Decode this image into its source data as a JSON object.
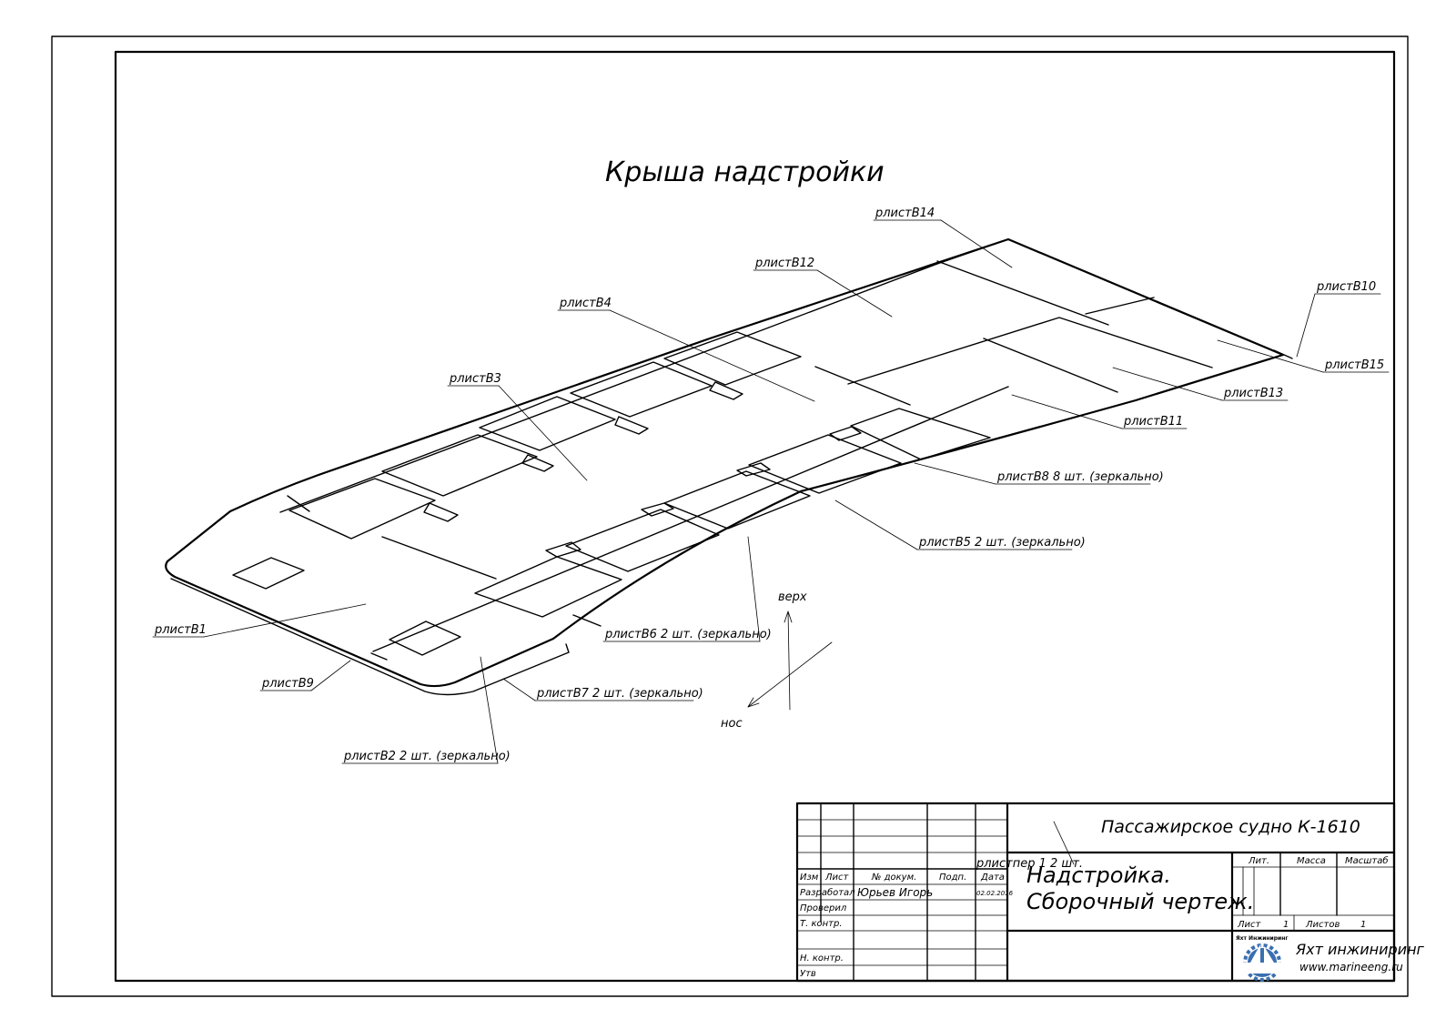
{
  "drawing_title": "Крыша надстройки",
  "callouts": {
    "l1": "рлистВ1",
    "l2": "рлистВ2 2 шт. (зеркально)",
    "l3": "рлистВ3",
    "l4": "рлистВ4",
    "l5": "рлистВ5 2 шт. (зеркально)",
    "l6": "рлистВ6 2 шт. (зеркально)",
    "l7": "рлистВ7 2 шт. (зеркально)",
    "l8": "рлистВ8 8 шт. (зеркально)",
    "l9": "рлистВ9",
    "l10": "рлистВ10",
    "l11": "рлистВ11",
    "l12": "рлистВ12",
    "l13": "рлистВ13",
    "l14": "рлистВ14",
    "l15": "рлистВ15",
    "overlap": "рлистпер 1 2 шт."
  },
  "axes": {
    "up": "верх",
    "bow": "нос"
  },
  "title_block": {
    "project": "Пассажирское судно К-1610",
    "doc_title_1": "Надстройка.",
    "doc_title_2": "Сборочный чертеж.",
    "col_izm": "Изм",
    "col_list": "Лист",
    "col_doc": "№ докум.",
    "col_sign": "Подп.",
    "col_date": "Дата",
    "row_dev": "Разработал",
    "row_check": "Проверил",
    "row_tcontr": "Т. контр.",
    "row_ncontr": "Н. контр.",
    "row_approve": "Утв",
    "developer": "Юрьев Игорь",
    "date": "02.02.2016",
    "lit": "Лит.",
    "mass": "Масса",
    "scale": "Масштаб",
    "sheet_label": "Лист",
    "sheet_value": "1",
    "sheets_label": "Листов",
    "sheets_value": "1",
    "logo_caption": "Яхт Инжиниринг",
    "company": "Яхт инжиниринг",
    "website": "www.marineeng.ru"
  },
  "colors": {
    "line": "#000000",
    "logo": "#3a6fb0"
  }
}
